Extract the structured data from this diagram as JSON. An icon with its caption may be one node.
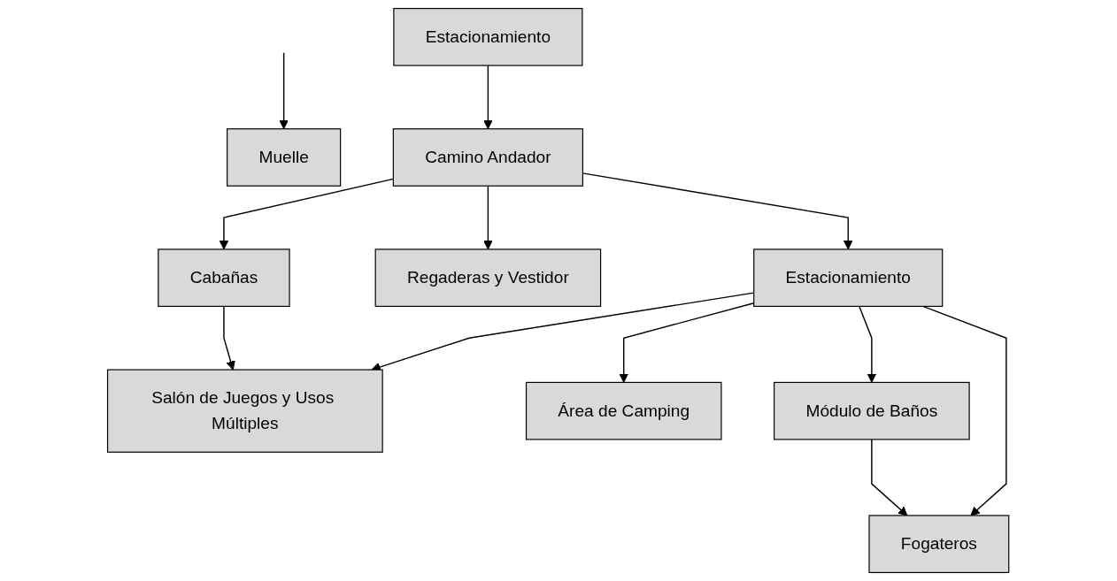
{
  "diagram": {
    "nodes": [
      {
        "text": [
          "Estacionamiento"
        ]
      },
      {
        "text": [
          "Cabañas"
        ]
      },
      {
        "text": [
          "Muelle"
        ]
      },
      {
        "text": [
          "Camino Andador"
        ]
      },
      {
        "text": [
          "Regaderas y Vestidor"
        ]
      },
      {
        "text": [
          "Área de Camping"
        ]
      },
      {
        "text": [
          "Salón de Juegos y Usos Múltiples"
        ]
      },
      {
        "text": [
          "Estacionamiento"
        ]
      },
      {
        "text": [
          "Módulo de Baños"
        ]
      },
      {
        "text": [
          "Fogateros"
        ]
      }
    ],
    "edges": [
      {
        "from": 0,
        "to": 3,
        "arrow": "to"
      },
      {
        "from": 3,
        "to": 1,
        "arrow": "to"
      },
      {
        "from": null,
        "to": 2,
        "arrow": "to"
      },
      {
        "from": 3,
        "to": 4,
        "arrow": "to"
      },
      {
        "from": 3,
        "to": 7,
        "arrow": "to"
      },
      {
        "from": 1,
        "to": 6,
        "arrow": "to"
      },
      {
        "from": 7,
        "to": 6,
        "arrow": "to"
      },
      {
        "from": 7,
        "to": 5,
        "arrow": "to"
      },
      {
        "from": 7,
        "to": 8,
        "arrow": "to"
      },
      {
        "from": 7,
        "to": 9,
        "arrow": "to"
      },
      {
        "from": 8,
        "to": 9,
        "arrow": "to"
      }
    ]
  }
}
